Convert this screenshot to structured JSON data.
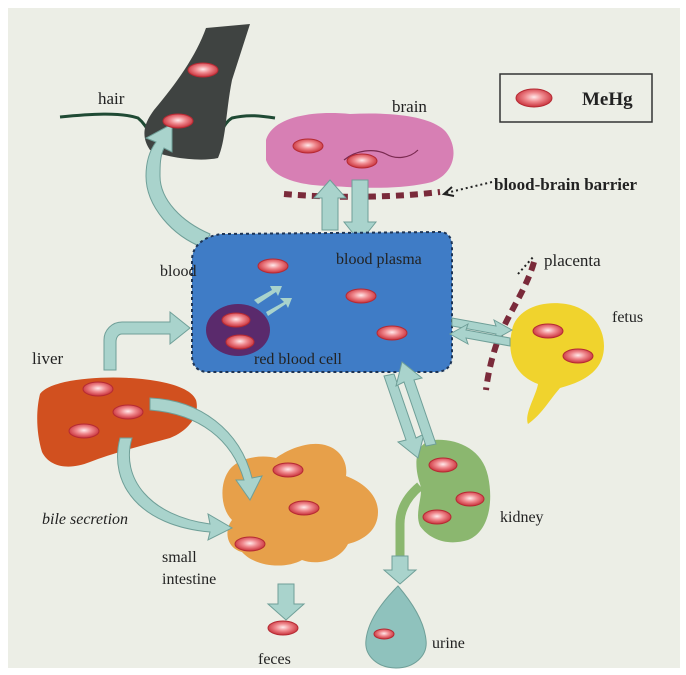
{
  "legend": {
    "label": "MeHg"
  },
  "labels": {
    "hair": "hair",
    "brain": "brain",
    "bbb": "blood-brain barrier",
    "blood": "blood",
    "plasma": "blood plasma",
    "rbc": "red blood cell",
    "placenta": "placenta",
    "fetus": "fetus",
    "liver": "liver",
    "bile": "bile secretion",
    "small": "small",
    "intestine": "intestine",
    "kidney": "kidney",
    "feces": "feces",
    "urine": "urine"
  },
  "colors": {
    "page": "#eceee6",
    "hair": "#3f4341",
    "brain": "#d77fb4",
    "blood": "#3f7cc6",
    "rbc": "#5a2a6c",
    "fetus": "#f0d32d",
    "liver": "#d1501f",
    "intestine": "#e7a04a",
    "kidney": "#8bb76f",
    "urine": "#8fc2bd",
    "arrow": "#a9d3cc",
    "barrier": "#7a2a3a",
    "mehg": "#d8414b"
  }
}
